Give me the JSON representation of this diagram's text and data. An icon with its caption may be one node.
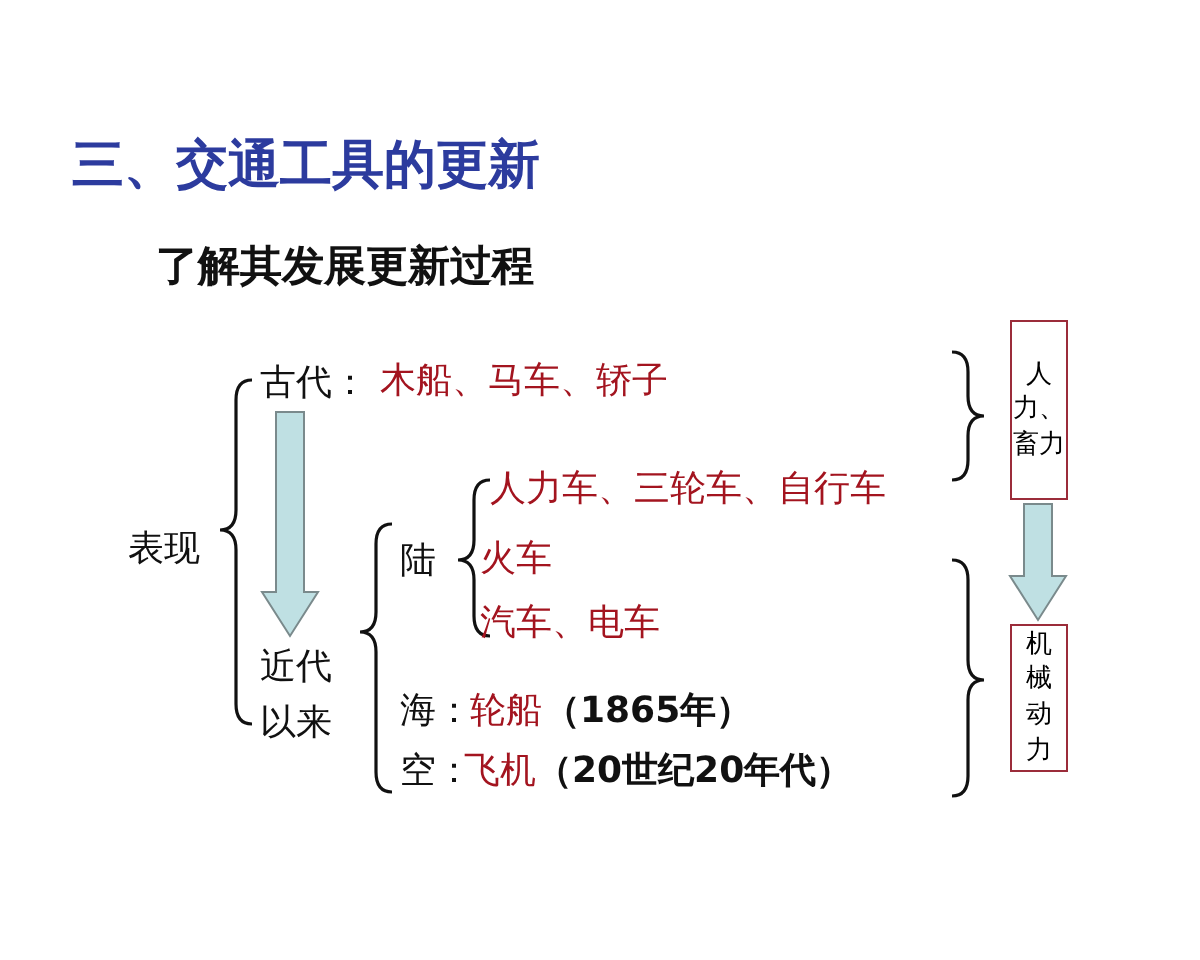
{
  "diagram": {
    "title": "三、交通工具的更新",
    "nodes": [
      {
        "text": [
          "古代："
        ]
      },
      {
        "text": [
          "近代以来"
        ]
      },
      {
        "text": [
          "人力、畜力"
        ]
      },
      {
        "text": [
          "机械动力"
        ]
      }
    ],
    "edges": [
      {
        "from": 0,
        "to": 1,
        "arrow": "to"
      },
      {
        "from": 2,
        "to": 3,
        "arrow": "to"
      }
    ],
    "labels": [
      "了解其发展更新过程",
      "木船、马车、轿子",
      "表现",
      "人力车、三轮车、自行车",
      "陆",
      "火车",
      "汽车、电车",
      "海：",
      "轮船",
      "（1865年）",
      "空：",
      "飞机",
      "（20世纪20年代）"
    ]
  }
}
